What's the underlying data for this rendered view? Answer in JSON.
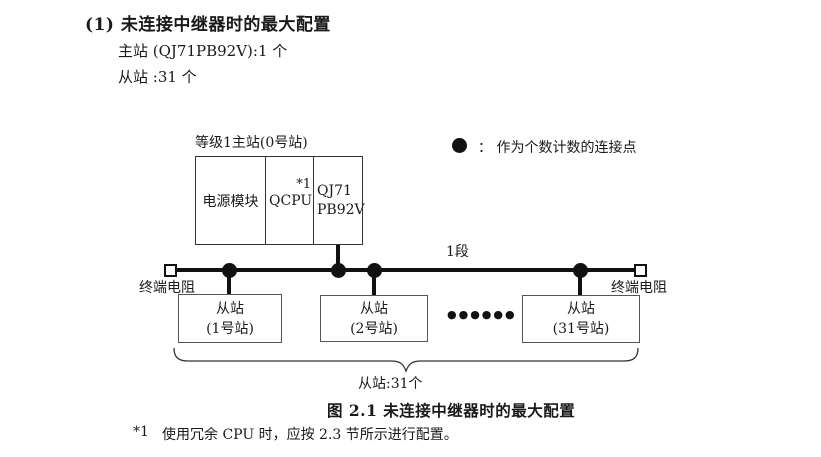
{
  "header": {
    "heading": "(1) 未连接中继器时的最大配置",
    "line_master": "主站 (QJ71PB92V):1 个",
    "line_slave": "从站 :31 个"
  },
  "diagram": {
    "master_station_label": "等级1主站(0号站)",
    "master": {
      "power_module": "电源模块",
      "cpu": "QCPU",
      "cpu_note": "*1",
      "pb_line1": "QJ71",
      "pb_line2": "PB92V"
    },
    "legend": {
      "text": "：  作为个数计数的连接点"
    },
    "segment_label": "1段",
    "terminator_left": "终端电阻",
    "terminator_right": "终端电阻",
    "slaves": [
      {
        "name": "从站",
        "station": "(1号站)"
      },
      {
        "name": "从站",
        "station": "(2号站)"
      },
      {
        "name": "从站",
        "station": "(31号站)"
      }
    ],
    "ellipsis": "●●●●●●",
    "slave_count_label": "从站:31个"
  },
  "caption": "图 2.1 未连接中继器时的最大配置",
  "footnote": {
    "ref": "*1",
    "text": "使用冗余 CPU 时，应按 2.3 节所示进行配置。"
  },
  "colors": {
    "ink": "#1a1a1a",
    "line": "#111111",
    "box_border": "#555555"
  }
}
